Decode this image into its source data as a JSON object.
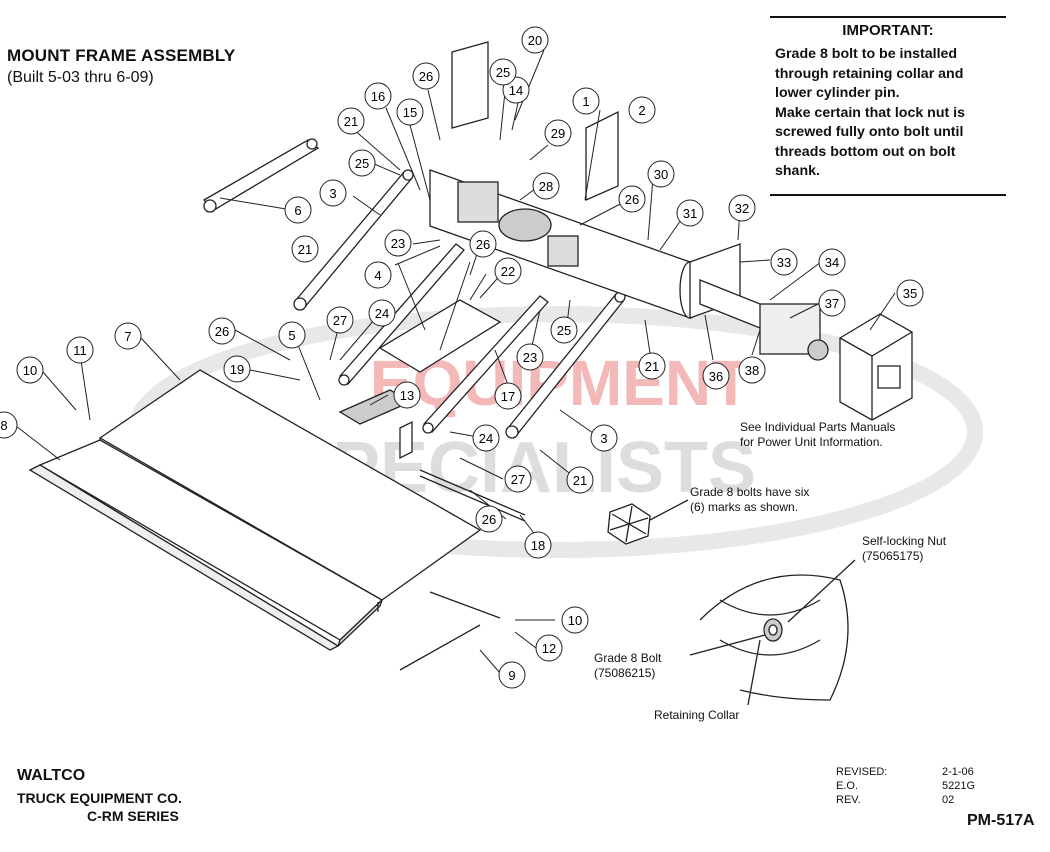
{
  "title": "MOUNT FRAME ASSEMBLY",
  "subtitle": "(Built 5-03 thru 6-09)",
  "important": {
    "heading": "IMPORTANT:",
    "lines": [
      "Grade 8 bolt to be installed",
      "through retaining collar and",
      "lower cylinder pin.",
      "Make certain that lock nut is",
      "screwed fully onto bolt until",
      "threads bottom out on bolt",
      "shank."
    ]
  },
  "watermark": {
    "top": "EQUIPMENT",
    "bottom": "SPECIALISTS",
    "color": "#e03030"
  },
  "notes": {
    "power_unit": [
      "See Individual Parts Manuals",
      "for Power Unit Information."
    ],
    "grade8": [
      "Grade 8 bolts have six",
      "(6) marks as shown."
    ],
    "lock_nut": [
      "Self-locking Nut",
      "(75065175)"
    ],
    "bolt": [
      "Grade 8 Bolt",
      "(75086215)"
    ],
    "collar": "Retaining Collar"
  },
  "callouts": [
    "1",
    "2",
    "3",
    "3",
    "4",
    "5",
    "6",
    "7",
    "8",
    "9",
    "10",
    "10",
    "11",
    "12",
    "13",
    "14",
    "15",
    "16",
    "17",
    "18",
    "19",
    "20",
    "21",
    "21",
    "21",
    "21",
    "22",
    "23",
    "23",
    "24",
    "24",
    "25",
    "25",
    "25",
    "26",
    "26",
    "26",
    "26",
    "26",
    "27",
    "27",
    "28",
    "29",
    "30",
    "31",
    "32",
    "33",
    "34",
    "35",
    "36",
    "37",
    "38"
  ],
  "footer": {
    "company": "WALTCO",
    "line2": "TRUCK EQUIPMENT CO.",
    "line3": "C-RM SERIES",
    "revision": [
      {
        "label": "REVISED:",
        "value": "2-1-06"
      },
      {
        "label": "E.O.",
        "value": "5221G"
      },
      {
        "label": "REV.",
        "value": "02"
      }
    ],
    "doc_number": "PM-517A"
  }
}
